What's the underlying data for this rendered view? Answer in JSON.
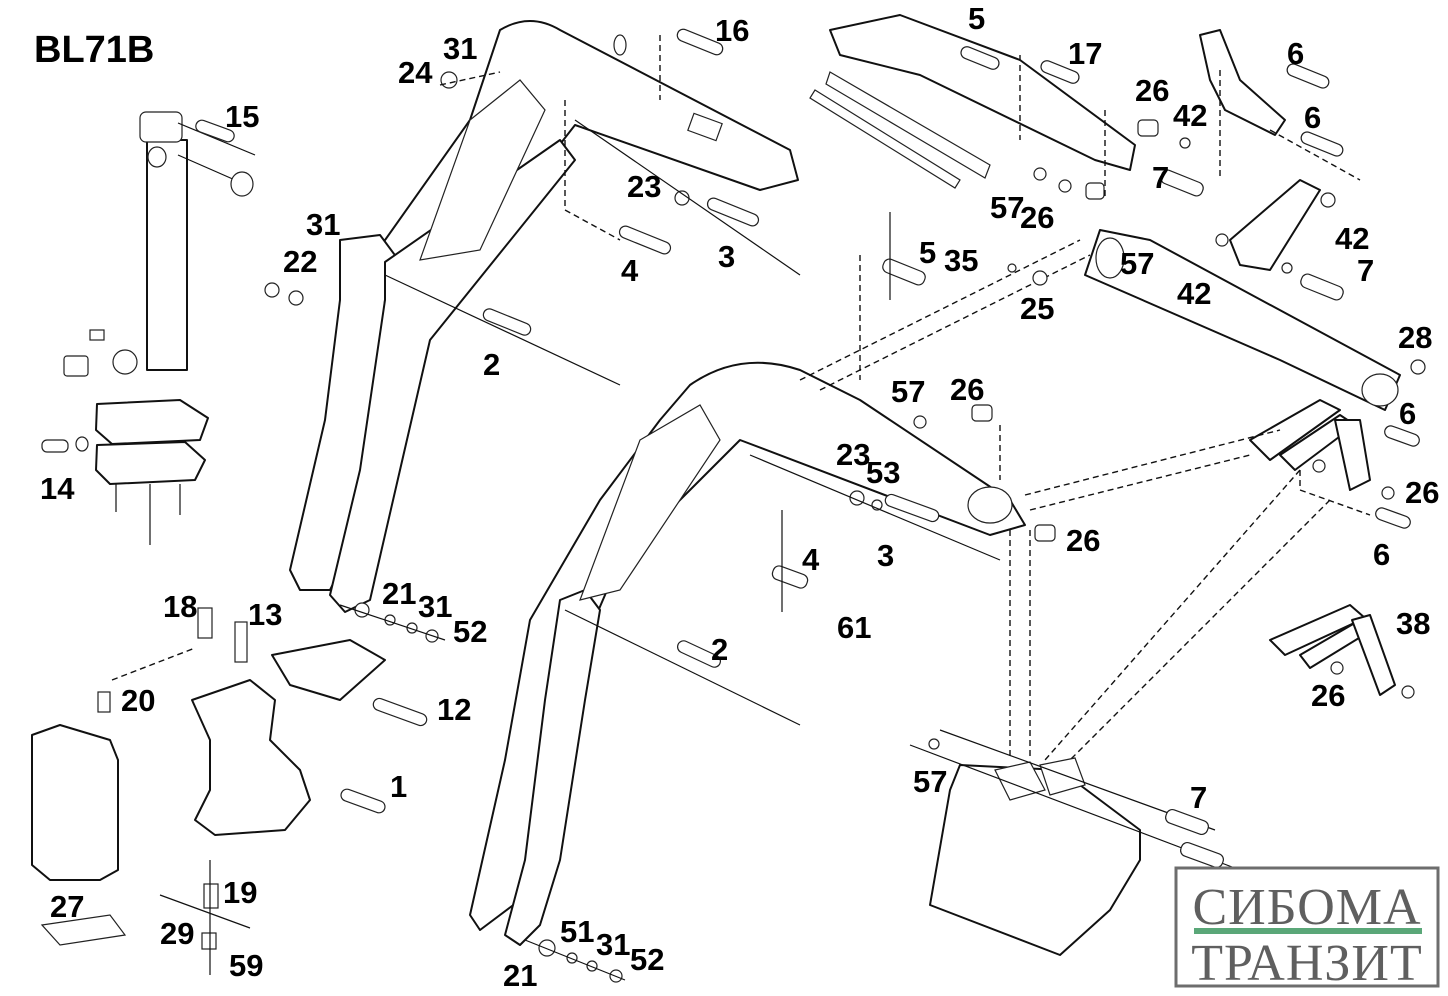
{
  "diagram": {
    "title": "BL71B",
    "type": "exploded parts diagram",
    "subject": "backhoe boom, dipper arm, bucket linkage and swing frame"
  },
  "callouts": [
    {
      "id": "c15a",
      "label": "15"
    },
    {
      "id": "c14",
      "label": "14"
    },
    {
      "id": "c31a",
      "label": "31"
    },
    {
      "id": "c24",
      "label": "24"
    },
    {
      "id": "c16",
      "label": "16"
    },
    {
      "id": "c23a",
      "label": "23"
    },
    {
      "id": "c3a",
      "label": "3"
    },
    {
      "id": "c4a",
      "label": "4"
    },
    {
      "id": "c31b",
      "label": "31"
    },
    {
      "id": "c22",
      "label": "22"
    },
    {
      "id": "c2a",
      "label": "2"
    },
    {
      "id": "c21a",
      "label": "21"
    },
    {
      "id": "c31c",
      "label": "31"
    },
    {
      "id": "c52a",
      "label": "52"
    },
    {
      "id": "c18",
      "label": "18"
    },
    {
      "id": "c13",
      "label": "13"
    },
    {
      "id": "c20",
      "label": "20"
    },
    {
      "id": "c12",
      "label": "12"
    },
    {
      "id": "c1",
      "label": "1"
    },
    {
      "id": "c27",
      "label": "27"
    },
    {
      "id": "c19",
      "label": "19"
    },
    {
      "id": "c29",
      "label": "29"
    },
    {
      "id": "c59",
      "label": "59"
    },
    {
      "id": "c5a",
      "label": "5"
    },
    {
      "id": "c17",
      "label": "17"
    },
    {
      "id": "c26a",
      "label": "26"
    },
    {
      "id": "c42a",
      "label": "42"
    },
    {
      "id": "c7a",
      "label": "7"
    },
    {
      "id": "c57a",
      "label": "57"
    },
    {
      "id": "c26b",
      "label": "26"
    },
    {
      "id": "c6a",
      "label": "6"
    },
    {
      "id": "c6b",
      "label": "6"
    },
    {
      "id": "c42b",
      "label": "42"
    },
    {
      "id": "c57b",
      "label": "57"
    },
    {
      "id": "c42c",
      "label": "42"
    },
    {
      "id": "c7b",
      "label": "7"
    },
    {
      "id": "c5b",
      "label": "5"
    },
    {
      "id": "c35",
      "label": "35"
    },
    {
      "id": "c25",
      "label": "25"
    },
    {
      "id": "c28",
      "label": "28"
    },
    {
      "id": "c57c",
      "label": "57"
    },
    {
      "id": "c26c",
      "label": "26"
    },
    {
      "id": "c6c",
      "label": "6"
    },
    {
      "id": "c23b",
      "label": "23"
    },
    {
      "id": "c53",
      "label": "53"
    },
    {
      "id": "c26d",
      "label": "26"
    },
    {
      "id": "c26e",
      "label": "26"
    },
    {
      "id": "c3b",
      "label": "3"
    },
    {
      "id": "c6d",
      "label": "6"
    },
    {
      "id": "c4b",
      "label": "4"
    },
    {
      "id": "c61",
      "label": "61"
    },
    {
      "id": "c2b",
      "label": "2"
    },
    {
      "id": "c38",
      "label": "38"
    },
    {
      "id": "c26f",
      "label": "26"
    },
    {
      "id": "c57d",
      "label": "57"
    },
    {
      "id": "c7c",
      "label": "7"
    },
    {
      "id": "c51",
      "label": "51"
    },
    {
      "id": "c31d",
      "label": "31"
    },
    {
      "id": "c52b",
      "label": "52"
    },
    {
      "id": "c21b",
      "label": "21"
    }
  ],
  "watermark": {
    "line1": "СИБОМА",
    "line2": "ТРАНЗИТ",
    "bar_color": "#5aa778",
    "text_color": "#5f5f5f"
  }
}
